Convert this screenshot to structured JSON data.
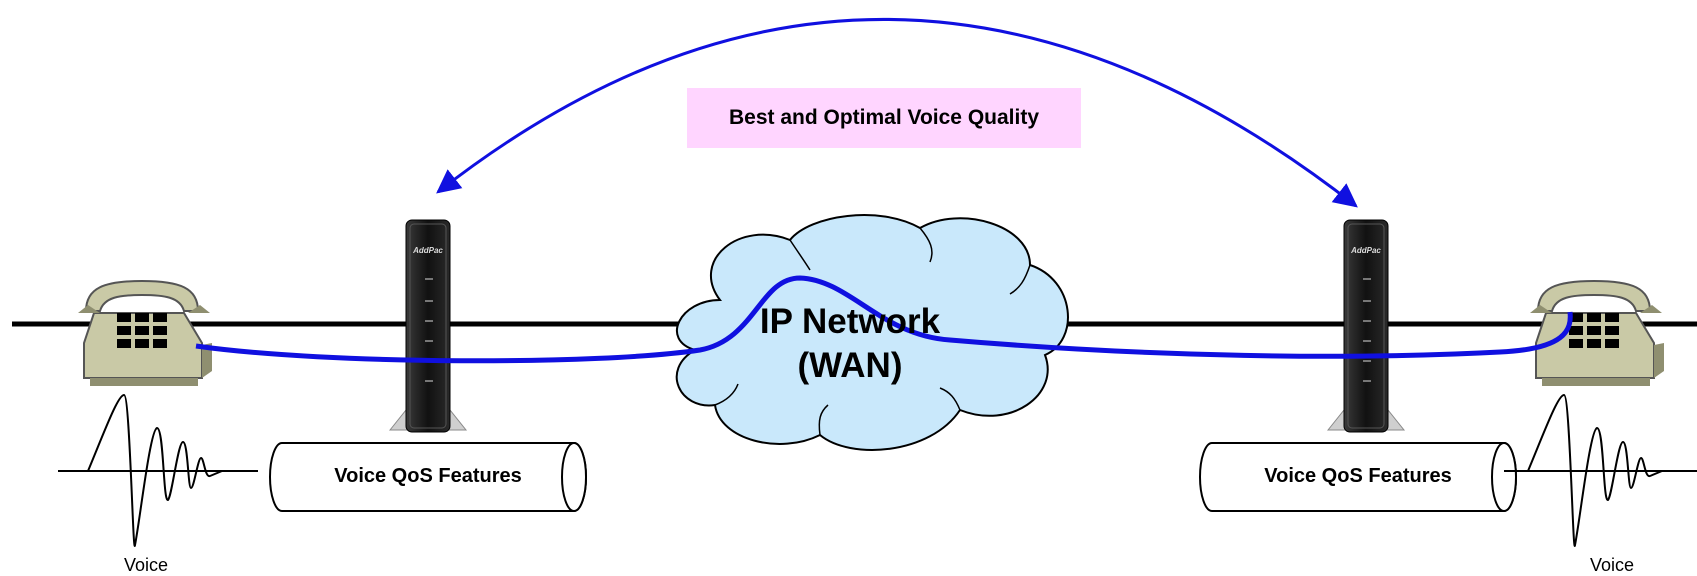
{
  "banner": {
    "text": "Best and Optimal Voice Quality",
    "color": "#ffd5ff"
  },
  "cloud": {
    "line1": "IP Network",
    "line2": "(WAN)",
    "fill": "#c9e8fb"
  },
  "left": {
    "pipe_label": "Voice QoS Features",
    "voice_label": "Voice",
    "device_brand": "AddPac"
  },
  "right": {
    "pipe_label": "Voice QoS Features",
    "voice_label": "Voice",
    "device_brand": "AddPac"
  },
  "colors": {
    "signal_path": "#1010e0",
    "arc": "#1010e0",
    "phone_body": "#c9c9a6"
  },
  "icons": [
    "telephone-icon",
    "voip-gateway-icon",
    "cloud-icon",
    "voice-waveform-icon"
  ]
}
